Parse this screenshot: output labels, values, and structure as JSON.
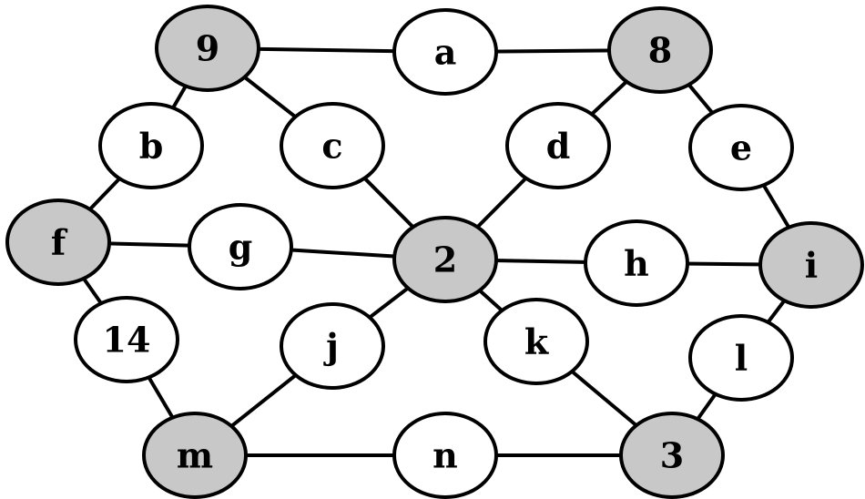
{
  "colors": {
    "shaded_fill": "#c8c8c8",
    "plain_fill": "#ffffff",
    "stroke": "#000000"
  },
  "nodes": [
    {
      "id": "n9",
      "label": "9",
      "shaded": true
    },
    {
      "id": "na",
      "label": "a",
      "shaded": false
    },
    {
      "id": "n8",
      "label": "8",
      "shaded": true
    },
    {
      "id": "nb",
      "label": "b",
      "shaded": false
    },
    {
      "id": "nc",
      "label": "c",
      "shaded": false
    },
    {
      "id": "nd",
      "label": "d",
      "shaded": false
    },
    {
      "id": "ne",
      "label": "e",
      "shaded": false
    },
    {
      "id": "nf",
      "label": "f",
      "shaded": true
    },
    {
      "id": "ng",
      "label": "g",
      "shaded": false
    },
    {
      "id": "n2",
      "label": "2",
      "shaded": true
    },
    {
      "id": "nh",
      "label": "h",
      "shaded": false
    },
    {
      "id": "ni",
      "label": "i",
      "shaded": true
    },
    {
      "id": "n14",
      "label": "14",
      "shaded": false
    },
    {
      "id": "nj",
      "label": "j",
      "shaded": false
    },
    {
      "id": "nk",
      "label": "k",
      "shaded": false
    },
    {
      "id": "nl",
      "label": "l",
      "shaded": false
    },
    {
      "id": "nm",
      "label": "m",
      "shaded": true
    },
    {
      "id": "nn",
      "label": "n",
      "shaded": false
    },
    {
      "id": "n3",
      "label": "3",
      "shaded": true
    }
  ],
  "edges": [
    [
      "n9",
      "na"
    ],
    [
      "na",
      "n8"
    ],
    [
      "n9",
      "nb"
    ],
    [
      "n9",
      "nc"
    ],
    [
      "n8",
      "nd"
    ],
    [
      "n8",
      "ne"
    ],
    [
      "nb",
      "nf"
    ],
    [
      "nc",
      "n2"
    ],
    [
      "nd",
      "n2"
    ],
    [
      "ne",
      "ni"
    ],
    [
      "nf",
      "ng"
    ],
    [
      "ng",
      "n2"
    ],
    [
      "n2",
      "nh"
    ],
    [
      "nh",
      "ni"
    ],
    [
      "nf",
      "n14"
    ],
    [
      "n2",
      "nj"
    ],
    [
      "n2",
      "nk"
    ],
    [
      "ni",
      "nl"
    ],
    [
      "n14",
      "nm"
    ],
    [
      "nj",
      "nm"
    ],
    [
      "nk",
      "n3"
    ],
    [
      "nl",
      "n3"
    ],
    [
      "nm",
      "nn"
    ],
    [
      "nn",
      "n3"
    ]
  ]
}
